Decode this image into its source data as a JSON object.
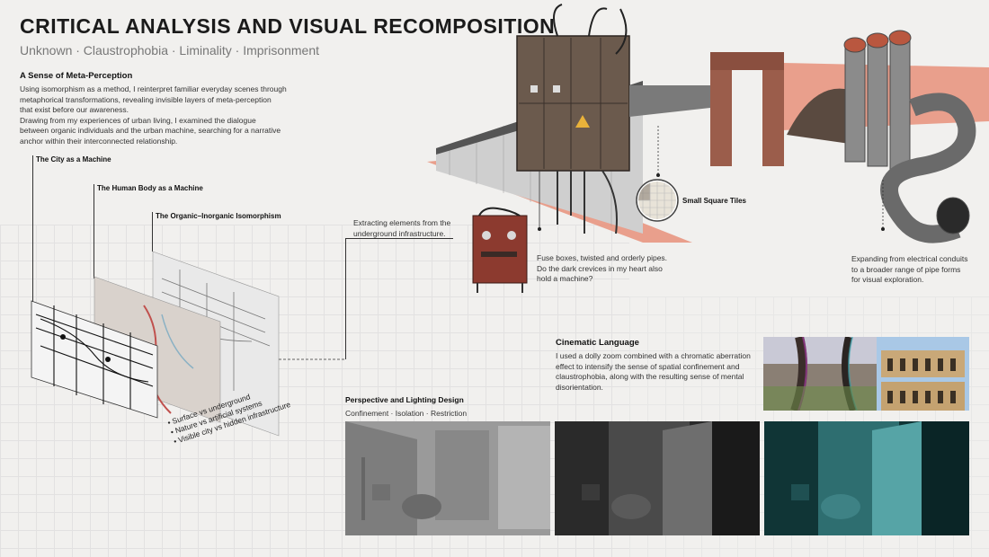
{
  "header": {
    "title": "CRITICAL ANALYSIS AND VISUAL RECOMPOSITION",
    "subtitle": "Unknown · Claustrophobia · Liminality · Imprisonment"
  },
  "meta_perception": {
    "heading": "A Sense of Meta-Perception",
    "lines": [
      "Using isomorphism as a method, I reinterpret familiar everyday scenes through",
      "metaphorical transformations, revealing invisible layers of meta-perception",
      "that exist before our awareness.",
      "Drawing from my experiences of urban living, I examined the dialogue",
      "between organic individuals and the urban machine, searching for a narrative",
      "anchor within their interconnected relationship."
    ]
  },
  "layers": {
    "city": "The City as a Machine",
    "body": "The Human Body as a Machine",
    "isomorphism": "The Organic–Inorganic Isomorphism"
  },
  "contrasts": [
    "Surface vs underground",
    "Nature vs artificial systems",
    "Visible city vs hidden infrastructure"
  ],
  "annotations": {
    "extracting": [
      "Extracting elements from the",
      "underground infrastructure."
    ],
    "fuse": [
      "Fuse boxes, twisted and orderly pipes.",
      "Do the dark crevices in my heart also",
      "hold a machine?"
    ],
    "tiles": "Small Square Tiles",
    "conduits": [
      "Expanding from electrical conduits",
      "to a broader range of pipe forms",
      "for visual exploration."
    ]
  },
  "cinematic": {
    "heading": "Cinematic Language",
    "lines": [
      "I used a dolly zoom combined with a chromatic aberration",
      "effect to intensify the sense of spatial confinement and",
      "claustrophobia, along with the resulting sense of mental",
      "disorientation."
    ]
  },
  "lighting": {
    "heading": "Perspective and Lighting Design",
    "subheading": "Confinement · Isolation · Restriction"
  },
  "colors": {
    "accent": "#e8907a",
    "dark": "#1b1b1b"
  }
}
